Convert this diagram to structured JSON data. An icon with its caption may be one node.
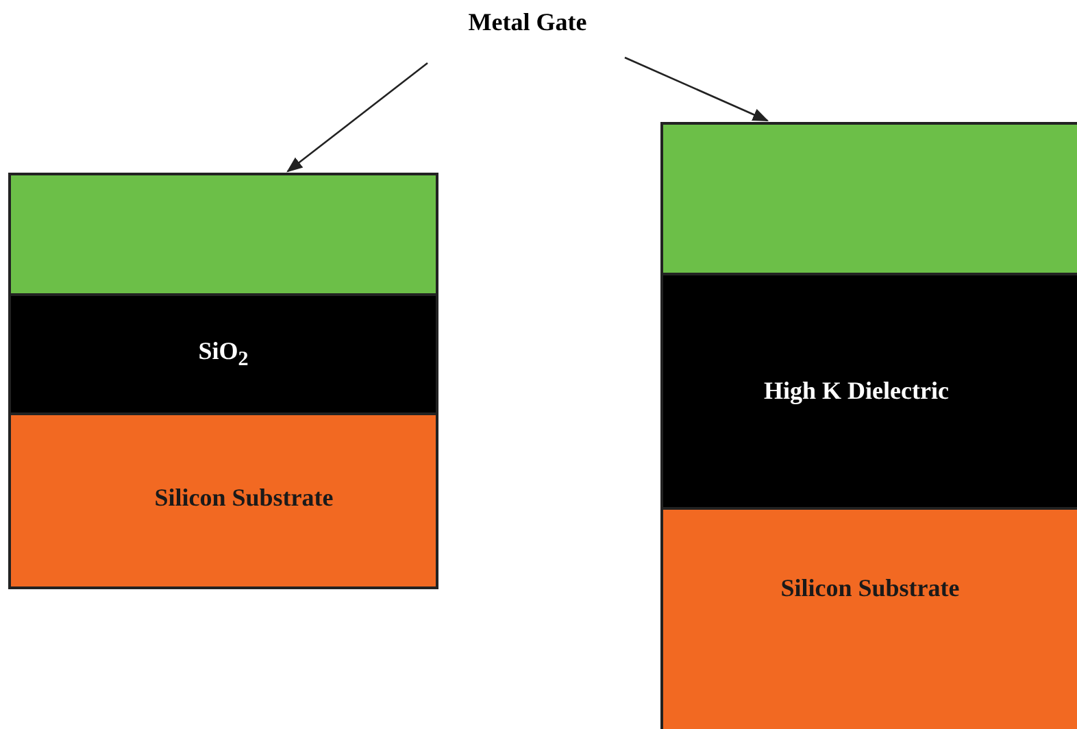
{
  "diagram": {
    "nodes": [
      {
        "text": [
          "Metal Gate"
        ]
      },
      {
        "text": [],
        "shape": "box"
      },
      {
        "text": [
          "SiO$_{2}$"
        ]
      },
      {
        "text": [
          "Silicon Substrate"
        ]
      },
      {
        "text": [],
        "shape": "box"
      },
      {
        "text": [
          "High K Dielectric"
        ]
      },
      {
        "text": [
          "Silicon Substrate"
        ]
      }
    ],
    "edges": [
      {
        "from": 0,
        "to": 1,
        "arrow": "to"
      },
      {
        "from": 0,
        "to": 4,
        "arrow": "to"
      }
    ]
  }
}
